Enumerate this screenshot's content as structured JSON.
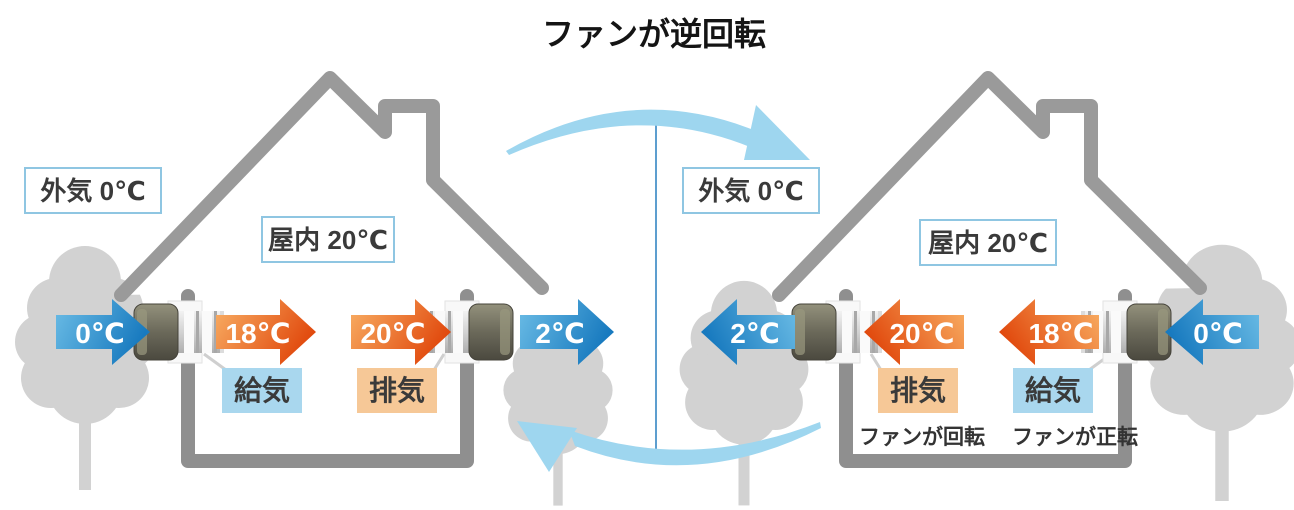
{
  "title": "ファンが逆回転",
  "colors": {
    "house_outline": "#949494",
    "tree": "#d2d2d2",
    "blue_arrow_light": "#6cbde6",
    "blue_arrow_dark": "#187abf",
    "orange_arrow_light": "#f9b166",
    "orange_arrow_dark": "#e14a0e",
    "supply_tag_bg": "#a9d7ee",
    "exhaust_tag_bg": "#f6c897",
    "label_box_border": "#8fc6e2",
    "cycle_arrow_blue": "#9ed6ef",
    "divider_blue": "#5d9ecf",
    "fan_cap": "#6b695a",
    "fan_cylinder": "#d8d8d8"
  },
  "left_house": {
    "outside_air_label": "外気 0℃",
    "indoor_label": "屋内 20℃",
    "intake_temp": "0℃",
    "supply_temp": "18℃",
    "supply_tag": "給気",
    "exhaust_temp": "20℃",
    "exhaust_tag": "排気",
    "outflow_temp": "2℃"
  },
  "right_house": {
    "outside_air_label": "外気 0℃",
    "indoor_label": "屋内 20℃",
    "outflow_temp": "2℃",
    "exhaust_temp": "20℃",
    "exhaust_tag": "排気",
    "exhaust_fan_note": "ファンが回転",
    "supply_temp": "18℃",
    "supply_tag": "給気",
    "supply_fan_note": "ファンが正転",
    "intake_temp": "0℃"
  }
}
